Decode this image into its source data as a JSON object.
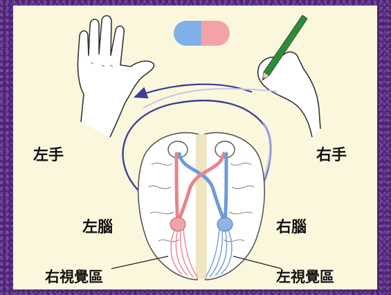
{
  "labels": {
    "left_hand": "左手",
    "right_hand": "右手",
    "left_brain": "左腦",
    "right_brain": "右腦",
    "right_visual_area": "右視覺區",
    "left_visual_area": "左視覺區"
  },
  "colors": {
    "frame": "#4a2770",
    "panel": "#fbf7dd",
    "left_pathway": "#e8848c",
    "right_pathway": "#6e9ad8",
    "arrow": "#3a3e96",
    "pill_blue": "#7fb1e8",
    "pill_pink": "#f3a3a8",
    "pencil": "#2e8b3a"
  },
  "icons": [
    "left-hand-icon",
    "right-hand-writing-icon",
    "pencil-icon",
    "capsule-icon",
    "brain-icon"
  ]
}
